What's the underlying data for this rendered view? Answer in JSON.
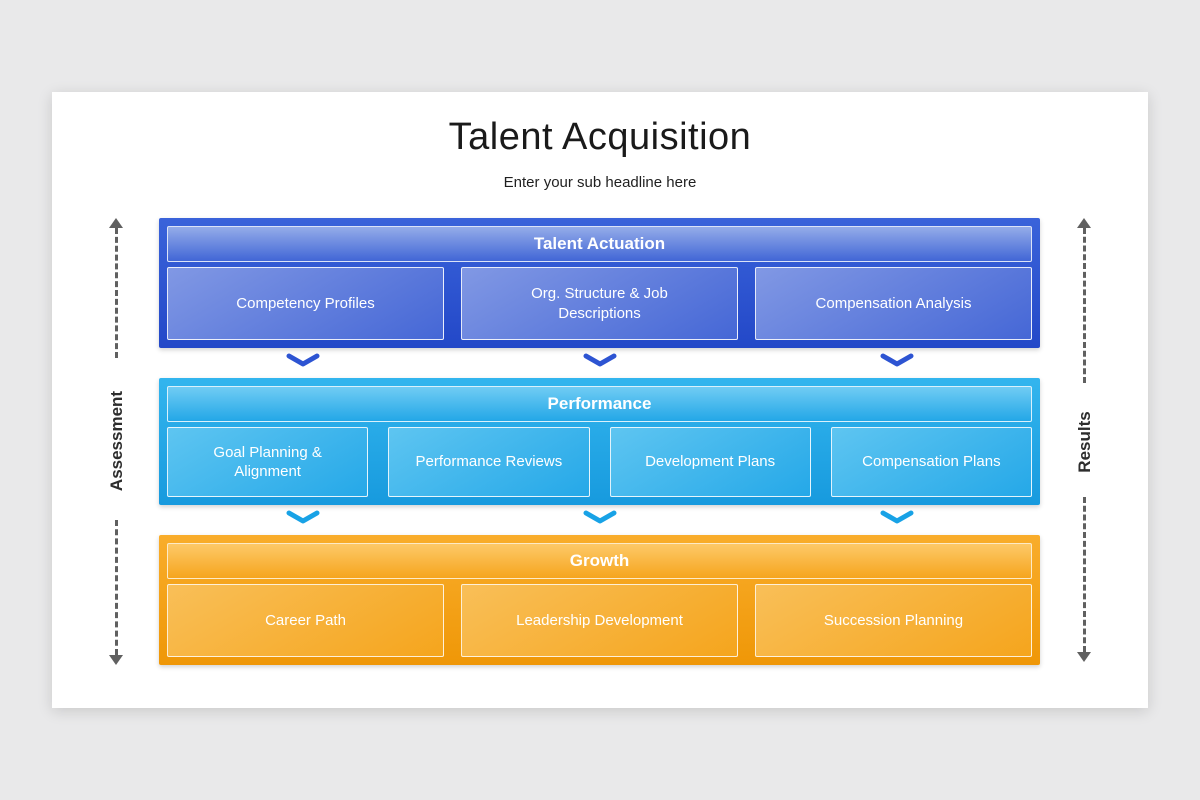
{
  "slide": {
    "title": "Talent Acquisition",
    "subtitle": "Enter your sub headline here"
  },
  "side_labels": {
    "left": "Assessment",
    "right": "Results"
  },
  "sections": [
    {
      "title": "Talent Actuation",
      "items": [
        "Competency Profiles",
        "Org. Structure & Job Descriptions",
        "Compensation Analysis"
      ],
      "color": "#2b57d2"
    },
    {
      "title": "Performance",
      "items": [
        "Goal Planning & Alignment",
        "Performance Reviews",
        "Development Plans",
        "Compensation Plans"
      ],
      "color": "#1ba6e8"
    },
    {
      "title": "Growth",
      "items": [
        "Career Path",
        "Leadership Development",
        "Succession Planning"
      ],
      "color": "#f5a31c"
    }
  ],
  "colors": {
    "background": "#e9e9ea",
    "card": "#ffffff",
    "chevron_row1": "#2d54d2",
    "chevron_row2": "#18a2e6",
    "arrow_gray": "#606060"
  }
}
